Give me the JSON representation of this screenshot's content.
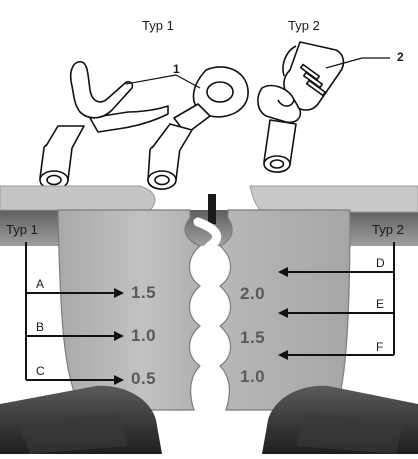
{
  "top": {
    "type1_heading": "Typ 1",
    "type2_heading": "Typ 2",
    "callout_1": "1",
    "callout_2": "2"
  },
  "tool": {
    "left_label": "Typ 1",
    "right_label": "Typ 2",
    "left_markers": [
      {
        "letter": "A",
        "size": "1.5"
      },
      {
        "letter": "B",
        "size": "1.0"
      },
      {
        "letter": "C",
        "size": "0.5"
      }
    ],
    "right_markers": [
      {
        "letter": "D",
        "size": "2.0"
      },
      {
        "letter": "E",
        "size": "1.5"
      },
      {
        "letter": "F",
        "size": "1.0"
      }
    ]
  },
  "colors": {
    "metal": "#b4b4b4",
    "metal_dark": "#8e8e8e",
    "handle": "#2e2e2e",
    "ink": "#111111",
    "engraving": "#5a5a5a"
  }
}
